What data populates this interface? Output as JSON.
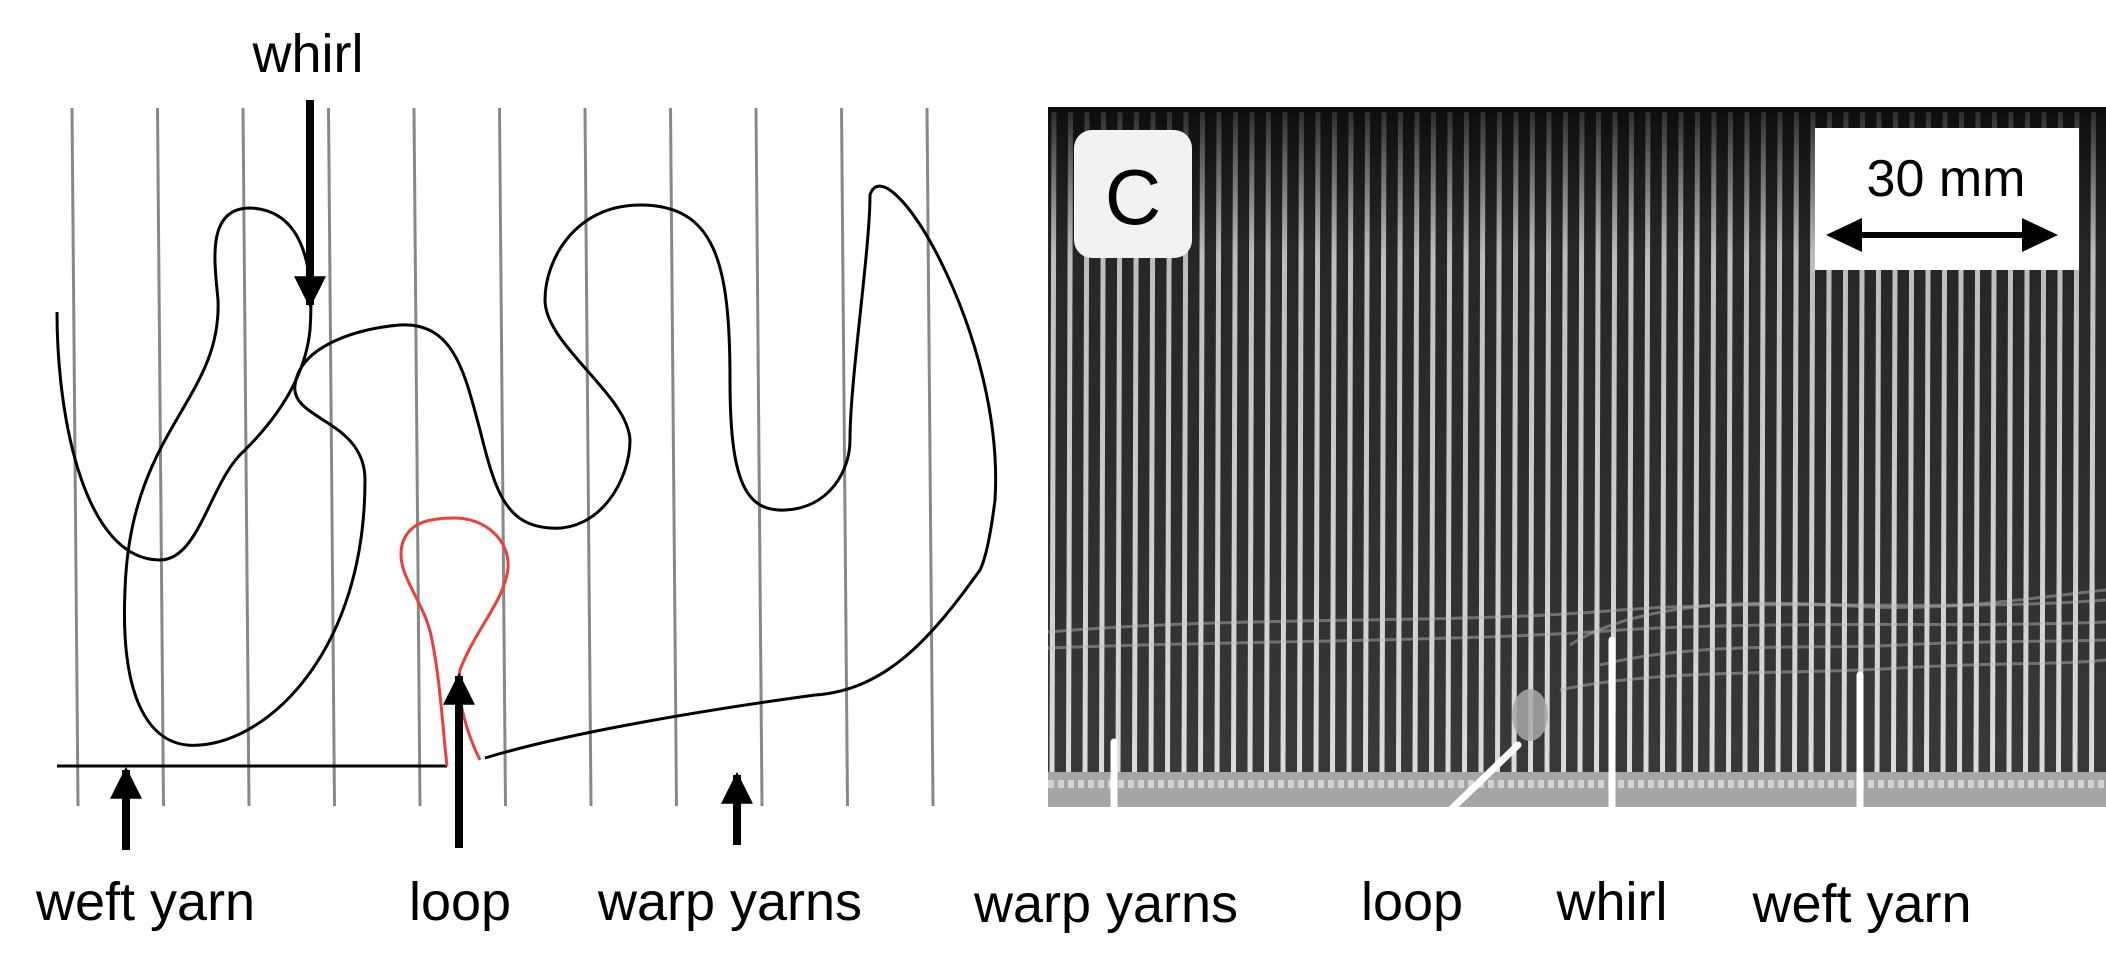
{
  "left_panel": {
    "labels": {
      "whirl": "whirl",
      "weft_yarn": "weft yarn",
      "loop": "loop",
      "warp_yarns": "warp yarns"
    },
    "colors": {
      "warp": "#888888",
      "weft": "#000000",
      "loop": "#e8403a"
    }
  },
  "right_panel": {
    "panel_letter": "C",
    "scale_bar": "30 mm",
    "labels": {
      "warp_yarns": "warp yarns",
      "loop": "loop",
      "whirl": "whirl",
      "weft_yarn": "weft yarn"
    }
  }
}
